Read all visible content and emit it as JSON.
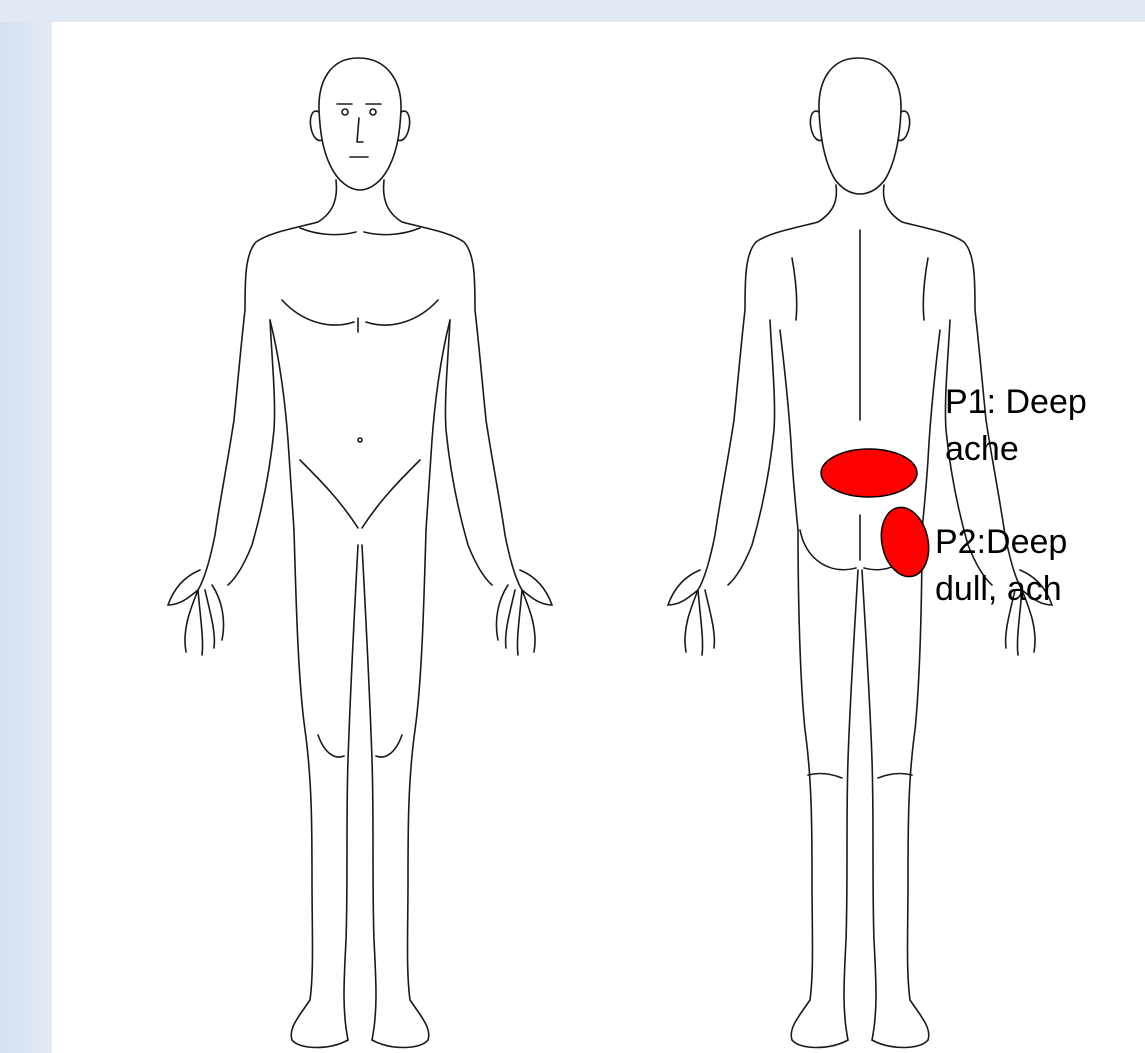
{
  "colors": {
    "marker_fill": "#ff0000",
    "marker_stroke": "#000000",
    "figure_stroke": "#1a1a1a"
  },
  "annotations": [
    {
      "id": "P1",
      "line1": "P1: Deep",
      "line2": "ache"
    },
    {
      "id": "P2",
      "line1": "P2:Deep",
      "line2": "dull, ach"
    }
  ]
}
